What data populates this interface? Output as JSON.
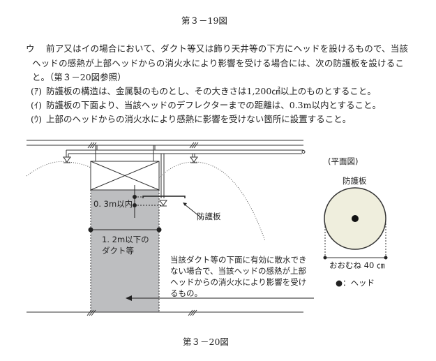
{
  "fig19_caption": "第３－19図",
  "section": {
    "marker": "ウ",
    "lines": [
      "前ア又はイの場合において、ダクト等又は飾り天井等の下方にヘッドを設けるもので、当該",
      "ヘッドの感熱が上部ヘッドからの消火水により影響を受ける場合には、次の防護板を設けるこ",
      "と。（第３－20図参照）"
    ],
    "items": [
      {
        "marker": "(ｱ)",
        "text": "防護板の構造は、金属製のものとし、その大きさは1,200㎠以上のものとすること。"
      },
      {
        "marker": "(ｲ)",
        "text": "防護板の下面より、当該ヘッドのデフレクターまでの距離は、0.3m以内とすること。"
      },
      {
        "marker": "(ｳ)",
        "text": "上部のヘッドからの消火水により感熱に影響を受けない箇所に設置すること。"
      }
    ]
  },
  "diagram": {
    "dim_03": "0. 3m以内",
    "shield_label": "防護板",
    "duct_label_1": "1. 2m以下の",
    "duct_label_2": "ダクト等",
    "note_lines": [
      "当該ダクト等の下面に有効に散水でき",
      "ない場合で、当該ヘッドの感熱が上部",
      "ヘッドからの消火水により影響を受け",
      "るもの。"
    ],
    "plan_title": "(平面図)",
    "plan_shield_label": "防護板",
    "plan_dim": "おおむね 40 ㎝",
    "legend": "●：ヘッド",
    "colors": {
      "duct_fill": "#bdbec0",
      "shield_fill": "#efeedd"
    }
  },
  "fig20_caption": "第３－20図"
}
